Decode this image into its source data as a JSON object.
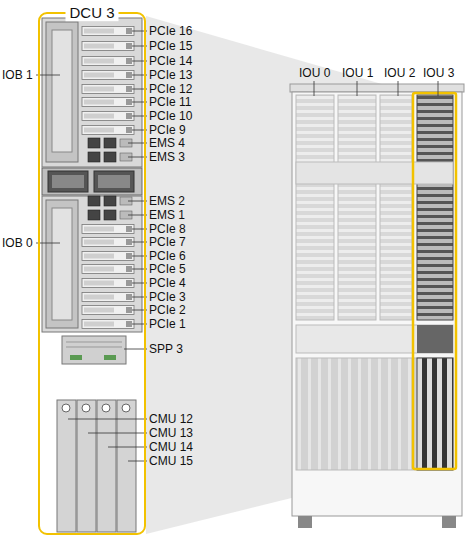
{
  "diagram": {
    "nodes": [
      {
        "text": [
          "DCU 3"
        ]
      }
    ],
    "labels": [
      "IOB 1",
      "IOB 0",
      "PCIe 16",
      "PCIe 15",
      "PCIe 14",
      "PCIe 13",
      "PCIe 12",
      "PCIe 11",
      "PCIe 10",
      "PCIe 9",
      "EMS 4",
      "EMS 3",
      "EMS 2",
      "EMS 1",
      "PCIe 8",
      "PCIe 7",
      "PCIe 6",
      "PCIe 5",
      "PCIe 4",
      "PCIe 3",
      "PCIe 2",
      "PCIe 1",
      "SPP 3",
      "CMU 12",
      "CMU 13",
      "CMU 14",
      "CMU 15",
      "IOU 0",
      "IOU 1",
      "IOU 2",
      "IOU 3"
    ]
  }
}
